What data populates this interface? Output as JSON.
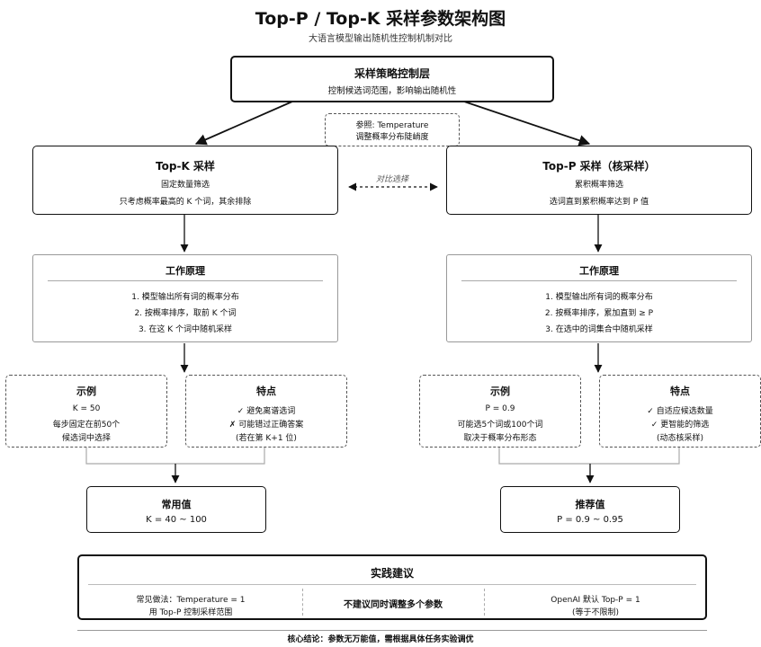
{
  "header": {
    "title": "Top-P / Top-K 采样参数架构图",
    "subtitle": "大语言模型输出随机性控制机制对比"
  },
  "control_layer": {
    "title": "采样策略控制层",
    "desc": "控制候选词范围，影响输出随机性"
  },
  "reference": {
    "line1": "参照: Temperature",
    "line2": "调整概率分布陡峭度"
  },
  "compare_label": "对比选择",
  "topk": {
    "title": "Top-K 采样",
    "subtitle": "固定数量筛选",
    "desc": "只考虑概率最高的 K 个词，其余排除",
    "principle_title": "工作原理",
    "steps": [
      "1. 模型输出所有词的概率分布",
      "2. 按概率排序，取前 K 个词",
      "3. 在这 K 个词中随机采样"
    ],
    "example_title": "示例",
    "example_lines": [
      "K = 50",
      "每步固定在前50个",
      "候选词中选择"
    ],
    "features_title": "特点",
    "features_lines": [
      "✓ 避免离谱选词",
      "✗ 可能错过正确答案",
      "(若在第 K+1 位)"
    ],
    "common_title": "常用值",
    "common_value": "K = 40 ~ 100"
  },
  "topp": {
    "title": "Top-P 采样（核采样）",
    "subtitle": "累积概率筛选",
    "desc": "选词直到累积概率达到 P 值",
    "principle_title": "工作原理",
    "steps": [
      "1. 模型输出所有词的概率分布",
      "2. 按概率排序，累加直到 ≥ P",
      "3. 在选中的词集合中随机采样"
    ],
    "example_title": "示例",
    "example_lines": [
      "P = 0.9",
      "可能选5个词或100个词",
      "取决于概率分布形态"
    ],
    "features_title": "特点",
    "features_lines": [
      "✓ 自适应候选数量",
      "✓ 更智能的筛选",
      "(动态核采样)"
    ],
    "rec_title": "推荐值",
    "rec_value": "P = 0.9 ~ 0.95"
  },
  "practice": {
    "title": "实践建议",
    "left_line1": "常见做法：Temperature = 1",
    "left_line2": "用 Top-P 控制采样范围",
    "center": "不建议同时调整多个参数",
    "right_line1": "OpenAI 默认 Top-P = 1",
    "right_line2": "(等于不限制)"
  },
  "footer": "核心结论：参数无万能值，需根据具体任务实验调优"
}
